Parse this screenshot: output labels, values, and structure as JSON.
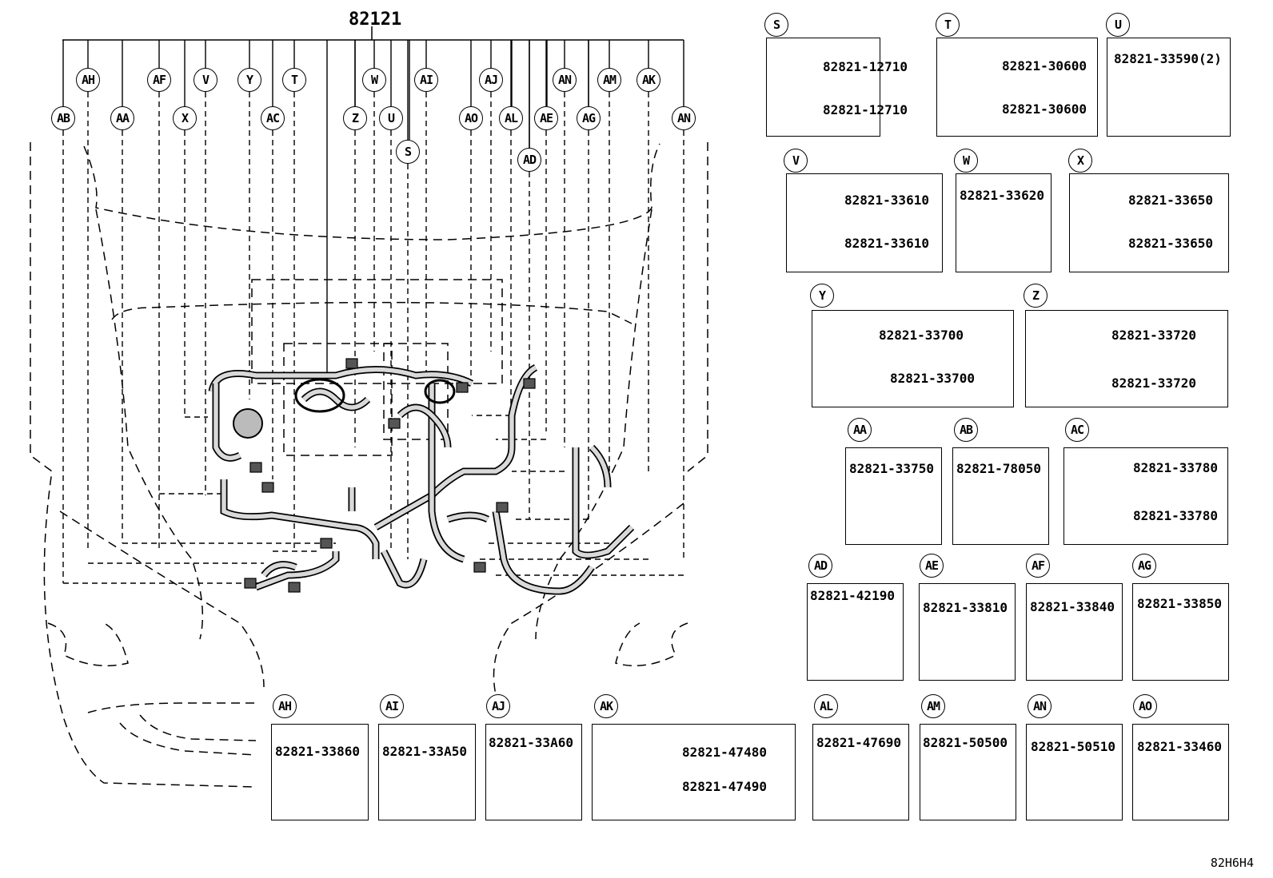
{
  "main_part": "82121",
  "car_callouts": [
    "AH",
    "AF",
    "V",
    "Y",
    "T",
    "W",
    "AI",
    "AJ",
    "AN",
    "AM",
    "AK",
    "AB",
    "AA",
    "X",
    "AC",
    "Z",
    "U",
    "AO",
    "AL",
    "AE",
    "AG",
    "AN",
    "S",
    "AD"
  ],
  "boxes": [
    {
      "label": "S",
      "parts": [
        "82821-12710",
        "82821-12710"
      ]
    },
    {
      "label": "T",
      "parts": [
        "82821-30600",
        "82821-30600"
      ]
    },
    {
      "label": "U",
      "parts": [
        "82821-33590(2)"
      ]
    },
    {
      "label": "V",
      "parts": [
        "82821-33610",
        "82821-33610"
      ]
    },
    {
      "label": "W",
      "parts": [
        "82821-33620"
      ]
    },
    {
      "label": "X",
      "parts": [
        "82821-33650",
        "82821-33650"
      ]
    },
    {
      "label": "Y",
      "parts": [
        "82821-33700",
        "82821-33700"
      ]
    },
    {
      "label": "Z",
      "parts": [
        "82821-33720",
        "82821-33720"
      ]
    },
    {
      "label": "AA",
      "parts": [
        "82821-33750"
      ]
    },
    {
      "label": "AB",
      "parts": [
        "82821-78050"
      ]
    },
    {
      "label": "AC",
      "parts": [
        "82821-33780",
        "82821-33780"
      ]
    },
    {
      "label": "AD",
      "parts": [
        "82821-42190"
      ]
    },
    {
      "label": "AE",
      "parts": [
        "82821-33810"
      ]
    },
    {
      "label": "AF",
      "parts": [
        "82821-33840"
      ]
    },
    {
      "label": "AG",
      "parts": [
        "82821-33850"
      ]
    },
    {
      "label": "AH",
      "parts": [
        "82821-33860"
      ]
    },
    {
      "label": "AI",
      "parts": [
        "82821-33A50"
      ]
    },
    {
      "label": "AJ",
      "parts": [
        "82821-33A60"
      ]
    },
    {
      "label": "AK",
      "parts": [
        "82821-47480",
        "82821-47490"
      ]
    },
    {
      "label": "AL",
      "parts": [
        "82821-47690"
      ]
    },
    {
      "label": "AM",
      "parts": [
        "82821-50500"
      ]
    },
    {
      "label": "AN",
      "parts": [
        "82821-50510"
      ]
    },
    {
      "label": "AO",
      "parts": [
        "82821-33460"
      ]
    }
  ],
  "footer_code": "82H6H4"
}
